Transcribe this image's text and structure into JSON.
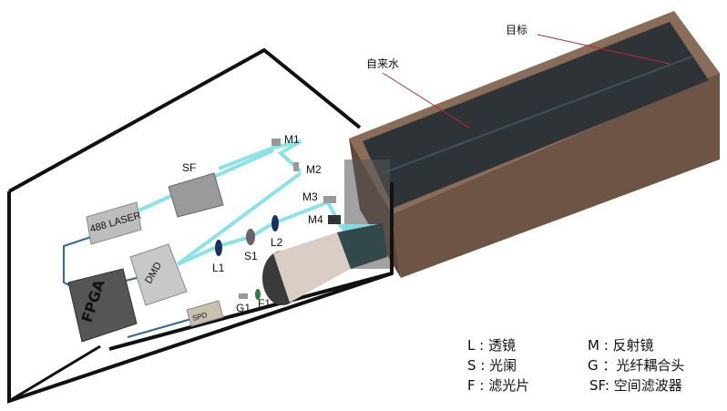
{
  "annotations": {
    "target": "目标",
    "water": "自来水"
  },
  "components": {
    "laser": "488 LASER",
    "dmd": "DMD",
    "fpga": "FPGA",
    "spd": "SPD",
    "sf": "SF",
    "m1": "M1",
    "m2": "M2",
    "m3": "M3",
    "m4": "M4",
    "l1": "L1",
    "s1": "S1",
    "l2": "L2",
    "g1": "G1",
    "f1": "F1"
  },
  "legend": [
    {
      "text": "L : 透镜"
    },
    {
      "text": "M : 反射镜"
    },
    {
      "text": "S : 光阑"
    },
    {
      "text": "G ：光纤耦合头"
    },
    {
      "text": "F : 滤光片"
    },
    {
      "text": "SF: 空间滤波器"
    }
  ],
  "colors": {
    "beam": "#7fe0e6",
    "tank": "#7a6150",
    "water": "#2e3338",
    "pointer": "#c0282b"
  }
}
